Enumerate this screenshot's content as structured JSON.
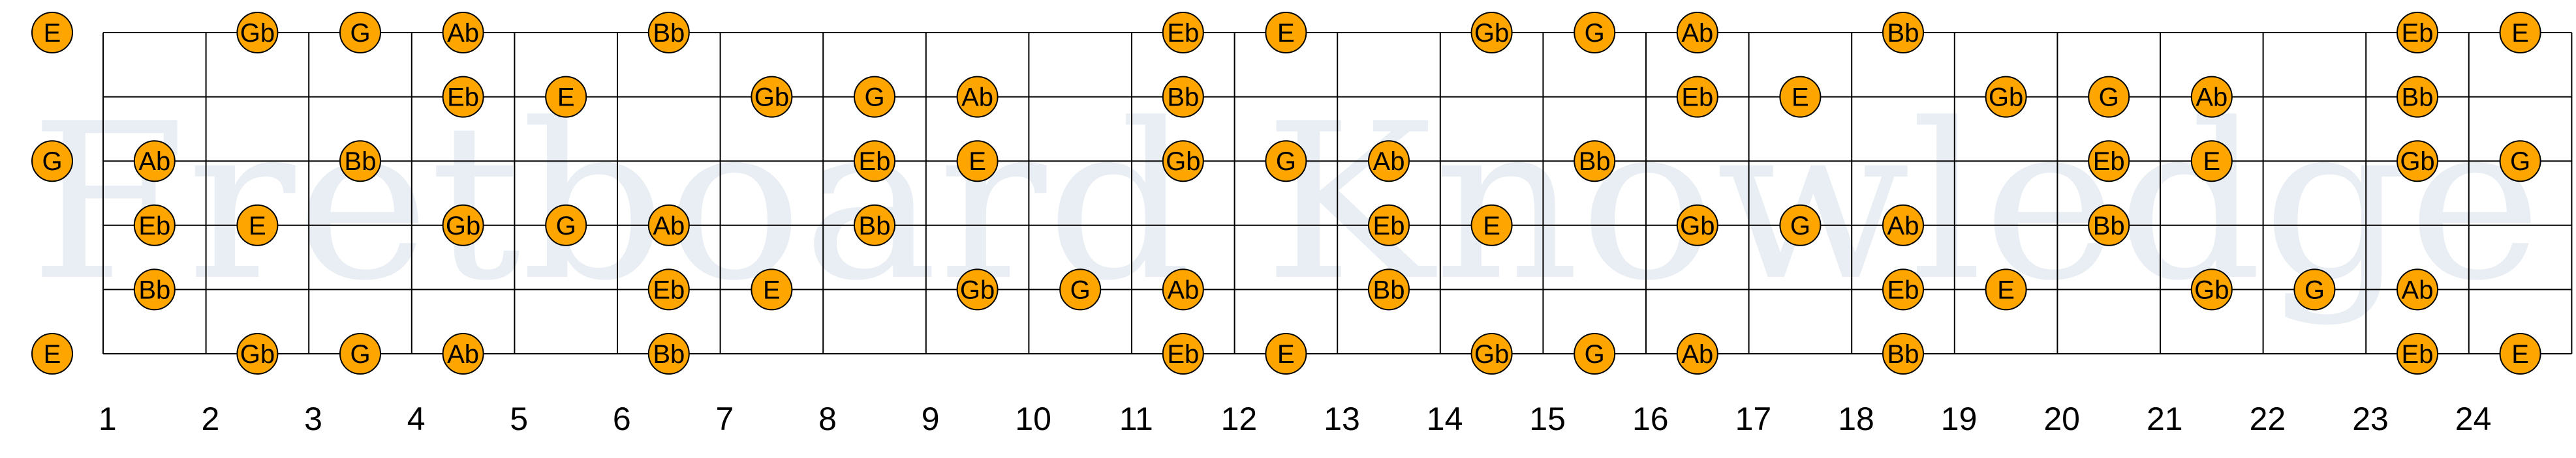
{
  "watermark": "Fretboard Knowledge",
  "colors": {
    "note_fill": "#FFA500",
    "note_stroke": "#000000",
    "line": "#000000",
    "watermark": "#e8eef3"
  },
  "fret_numbers": [
    "1",
    "2",
    "3",
    "4",
    "5",
    "6",
    "7",
    "8",
    "9",
    "10",
    "11",
    "12",
    "13",
    "14",
    "15",
    "16",
    "17",
    "18",
    "19",
    "20",
    "21",
    "22",
    "23",
    "24"
  ],
  "strings": [
    {
      "name": "string-1",
      "open_note": "E",
      "notes": [
        {
          "fret": 2,
          "note": "Gb"
        },
        {
          "fret": 3,
          "note": "G"
        },
        {
          "fret": 4,
          "note": "Ab"
        },
        {
          "fret": 6,
          "note": "Bb"
        },
        {
          "fret": 11,
          "note": "Eb"
        },
        {
          "fret": 12,
          "note": "E"
        },
        {
          "fret": 14,
          "note": "Gb"
        },
        {
          "fret": 15,
          "note": "G"
        },
        {
          "fret": 16,
          "note": "Ab"
        },
        {
          "fret": 18,
          "note": "Bb"
        },
        {
          "fret": 23,
          "note": "Eb"
        },
        {
          "fret": 24,
          "note": "E"
        }
      ]
    },
    {
      "name": "string-2",
      "open_note": "",
      "notes": [
        {
          "fret": 4,
          "note": "Eb"
        },
        {
          "fret": 5,
          "note": "E"
        },
        {
          "fret": 7,
          "note": "Gb"
        },
        {
          "fret": 8,
          "note": "G"
        },
        {
          "fret": 9,
          "note": "Ab"
        },
        {
          "fret": 11,
          "note": "Bb"
        },
        {
          "fret": 16,
          "note": "Eb"
        },
        {
          "fret": 17,
          "note": "E"
        },
        {
          "fret": 19,
          "note": "Gb"
        },
        {
          "fret": 20,
          "note": "G"
        },
        {
          "fret": 21,
          "note": "Ab"
        },
        {
          "fret": 23,
          "note": "Bb"
        }
      ]
    },
    {
      "name": "string-3",
      "open_note": "G",
      "notes": [
        {
          "fret": 1,
          "note": "Ab"
        },
        {
          "fret": 3,
          "note": "Bb"
        },
        {
          "fret": 8,
          "note": "Eb"
        },
        {
          "fret": 9,
          "note": "E"
        },
        {
          "fret": 11,
          "note": "Gb"
        },
        {
          "fret": 12,
          "note": "G"
        },
        {
          "fret": 13,
          "note": "Ab"
        },
        {
          "fret": 15,
          "note": "Bb"
        },
        {
          "fret": 20,
          "note": "Eb"
        },
        {
          "fret": 21,
          "note": "E"
        },
        {
          "fret": 23,
          "note": "Gb"
        },
        {
          "fret": 24,
          "note": "G"
        }
      ]
    },
    {
      "name": "string-4",
      "open_note": "",
      "notes": [
        {
          "fret": 1,
          "note": "Eb"
        },
        {
          "fret": 2,
          "note": "E"
        },
        {
          "fret": 4,
          "note": "Gb"
        },
        {
          "fret": 5,
          "note": "G"
        },
        {
          "fret": 6,
          "note": "Ab"
        },
        {
          "fret": 8,
          "note": "Bb"
        },
        {
          "fret": 13,
          "note": "Eb"
        },
        {
          "fret": 14,
          "note": "E"
        },
        {
          "fret": 16,
          "note": "Gb"
        },
        {
          "fret": 17,
          "note": "G"
        },
        {
          "fret": 18,
          "note": "Ab"
        },
        {
          "fret": 20,
          "note": "Bb"
        }
      ]
    },
    {
      "name": "string-5",
      "open_note": "",
      "notes": [
        {
          "fret": 1,
          "note": "Bb"
        },
        {
          "fret": 6,
          "note": "Eb"
        },
        {
          "fret": 7,
          "note": "E"
        },
        {
          "fret": 9,
          "note": "Gb"
        },
        {
          "fret": 10,
          "note": "G"
        },
        {
          "fret": 11,
          "note": "Ab"
        },
        {
          "fret": 13,
          "note": "Bb"
        },
        {
          "fret": 18,
          "note": "Eb"
        },
        {
          "fret": 19,
          "note": "E"
        },
        {
          "fret": 21,
          "note": "Gb"
        },
        {
          "fret": 22,
          "note": "G"
        },
        {
          "fret": 23,
          "note": "Ab"
        }
      ]
    },
    {
      "name": "string-6",
      "open_note": "E",
      "notes": [
        {
          "fret": 2,
          "note": "Gb"
        },
        {
          "fret": 3,
          "note": "G"
        },
        {
          "fret": 4,
          "note": "Ab"
        },
        {
          "fret": 6,
          "note": "Bb"
        },
        {
          "fret": 11,
          "note": "Eb"
        },
        {
          "fret": 12,
          "note": "E"
        },
        {
          "fret": 14,
          "note": "Gb"
        },
        {
          "fret": 15,
          "note": "G"
        },
        {
          "fret": 16,
          "note": "Ab"
        },
        {
          "fret": 18,
          "note": "Bb"
        },
        {
          "fret": 23,
          "note": "Eb"
        },
        {
          "fret": 24,
          "note": "E"
        }
      ]
    }
  ]
}
